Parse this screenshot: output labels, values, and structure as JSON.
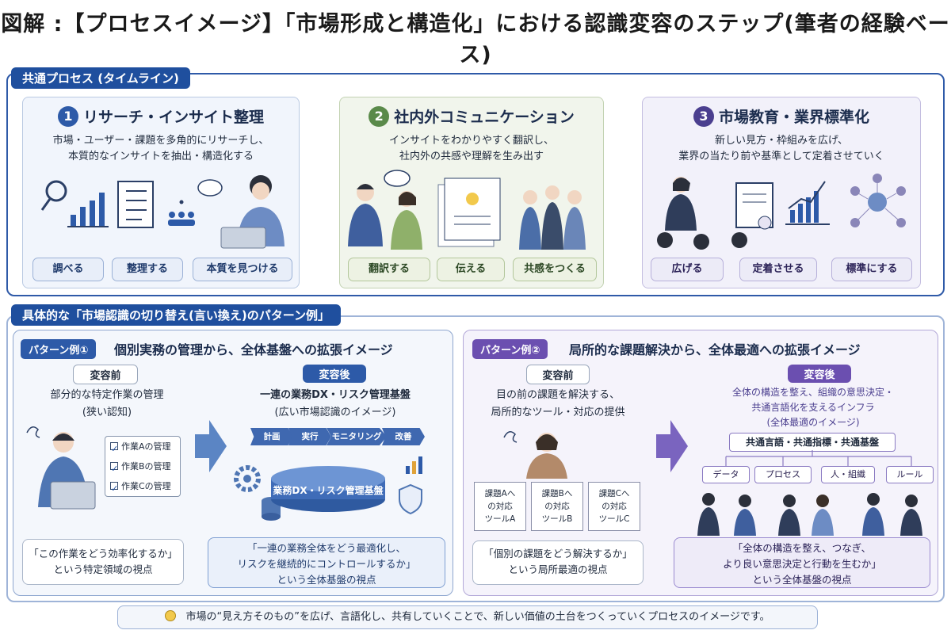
{
  "title": "図解 :【プロセスイメージ】「市場形成と構造化」における認識変容のステップ(筆者の経験ベース)",
  "process": {
    "tag": "共通プロセス (タイムライン)",
    "steps": [
      {
        "num": "1",
        "title": "リサーチ・インサイト整理",
        "desc1": "市場・ユーザー・課題を多角的にリサーチし、",
        "desc2": "本質的なインサイトを抽出・構造化する",
        "pills": [
          "調べる",
          "整理する",
          "本質を見つける"
        ],
        "color": "#2d5aa8"
      },
      {
        "num": "2",
        "title": "社内外コミュニケーション",
        "desc1": "インサイトをわかりやすく翻訳し、",
        "desc2": "社内外の共感や理解を生み出す",
        "pills": [
          "翻訳する",
          "伝える",
          "共感をつくる"
        ],
        "color": "#5a8a4a"
      },
      {
        "num": "3",
        "title": "市場教育・業界標準化",
        "desc1": "新しい見方・枠組みを広げ、",
        "desc2": "業界の当たり前や基準として定着させていく",
        "pills": [
          "広げる",
          "定着させる",
          "標準にする"
        ],
        "color": "#4b3f8f"
      }
    ]
  },
  "patterns": {
    "tag": "具体的な「市場認識の切り替え(言い換え)のパターン例」",
    "p1": {
      "tag": "パターン例①",
      "title": "個別実務の管理から、全体基盤への拡張イメージ",
      "before_label": "変容前",
      "before_cap1": "部分的な特定作業の管理",
      "before_cap2": "(狭い認知)",
      "tasks": [
        "作業Aの管理",
        "作業Bの管理",
        "作業Cの管理"
      ],
      "before_quote1": "「この作業をどう効率化するか」",
      "before_quote2": "という特定領域の視点",
      "after_label": "変容後",
      "after_cap1": "一連の業務DX・リスク管理基盤",
      "after_cap2": "(広い市場認識のイメージ)",
      "flow": [
        "計画",
        "実行",
        "モニタリング",
        "改善"
      ],
      "platform": "業務DX・リスク管理基盤",
      "after_quote1": "「一連の業務全体をどう最適化し、",
      "after_quote2": "リスクを継続的にコントロールするか」",
      "after_quote3": "という全体基盤の視点"
    },
    "p2": {
      "tag": "パターン例②",
      "title": "局所的な課題解決から、全体最適への拡張イメージ",
      "before_label": "変容前",
      "before_cap1": "目の前の課題を解決する、",
      "before_cap2": "局所的なツール・対応の提供",
      "tools": [
        {
          "l1": "課題Aへ",
          "l2": "の対応",
          "l3": "ツールA"
        },
        {
          "l1": "課題Bへ",
          "l2": "の対応",
          "l3": "ツールB"
        },
        {
          "l1": "課題Cへ",
          "l2": "の対応",
          "l3": "ツールC"
        }
      ],
      "before_quote1": "「個別の課題をどう解決するか」",
      "before_quote2": "という局所最適の視点",
      "after_label": "変容後",
      "after_cap1": "全体の構造を整え、組織の意思決定・",
      "after_cap2": "共通言語化を支えるインフラ",
      "after_cap3": "(全体最適のイメージ)",
      "common": "共通言語・共通指標・共通基盤",
      "elements": [
        "データ",
        "プロセス",
        "人・組織",
        "ルール"
      ],
      "after_quote1": "「全体の構造を整え、つなぎ、",
      "after_quote2": "より良い意思決定と行動を生むか」",
      "after_quote3": "という全体基盤の視点"
    }
  },
  "footer": "市場の“見え方そのもの”を広げ、言語化し、共有していくことで、新しい価値の土台をつくっていくプロセスのイメージです。"
}
